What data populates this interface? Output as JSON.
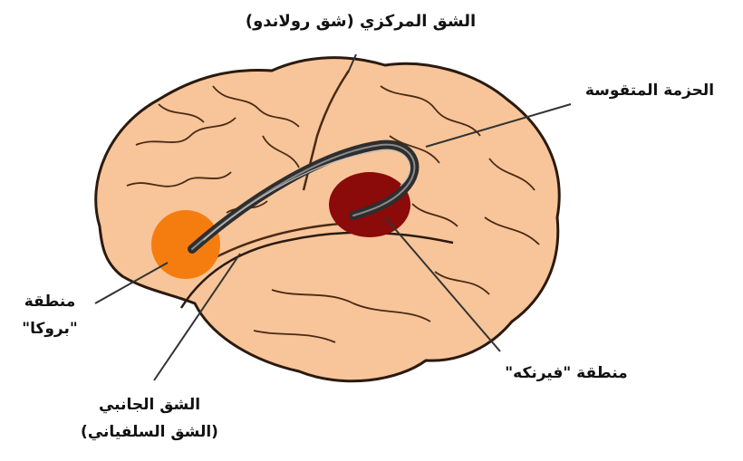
{
  "labels": {
    "central_sulcus": {
      "line1": "الشق المركزي (شق رولاندو)"
    },
    "arcuate_fasciculus": {
      "line1": "الحزمة المتقوسة"
    },
    "broca_area": {
      "line1": "منطقة",
      "line2": "\"بروكا\""
    },
    "wernicke_area": {
      "line1": "منطقة \"فيرنكه\""
    },
    "lateral_sulcus": {
      "line1": "الشق الجانبي",
      "line2": "(الشق السلفياني)"
    }
  },
  "colors": {
    "brain_fill": "#f7c599",
    "brain_outline": "#2b1a10",
    "sulcus_line": "#4a2a15",
    "broca_fill": "#f57d10",
    "wernicke_fill": "#8b0a0a",
    "fasciculus": "#3a3a3a",
    "leader_line": "#333333"
  }
}
